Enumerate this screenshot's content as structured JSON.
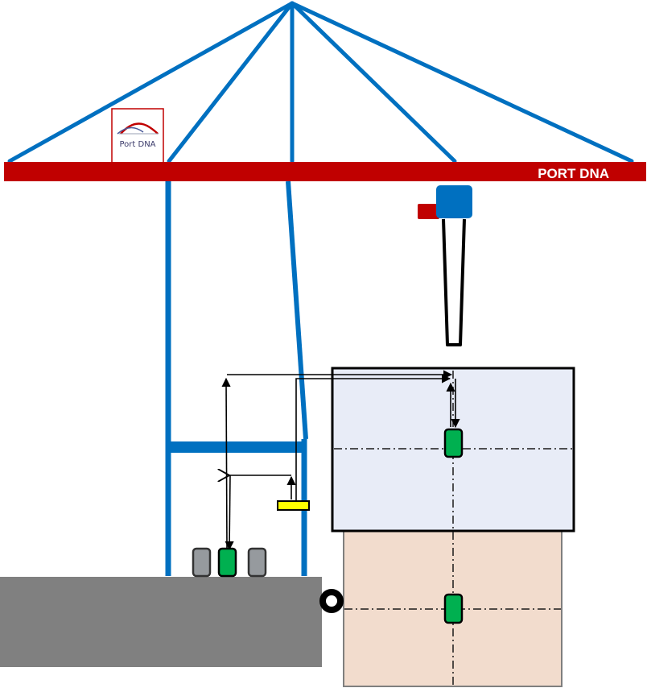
{
  "diagram": {
    "title": "Quay crane container transfer",
    "brand_label": "PORT DNA",
    "logo": {
      "text": "Port DNA",
      "icon": "bridge-arch-icon"
    },
    "colors": {
      "crane_blue": "#0070c0",
      "beam_red": "#c00000",
      "trolley_red": "#c00000",
      "container_green": "#00b050",
      "container_gray": "#969a9e",
      "spreader_yellow": "#ffff00",
      "quay_gray": "#808080",
      "vessel_upper_fill": "#e8ecf7",
      "vessel_lower_fill": "#f2dccd",
      "arrow_black": "#000000"
    },
    "elements": {
      "quay": "quay",
      "vessel_upper_bay": "vessel-upper-bay",
      "vessel_lower_bay": "vessel-lower-bay",
      "mooring_bollard": "bollard",
      "trolley": "trolley",
      "spreader": "spreader",
      "landside_containers": [
        "gray",
        "green",
        "gray"
      ],
      "vessel_containers": [
        "green",
        "green"
      ]
    }
  }
}
